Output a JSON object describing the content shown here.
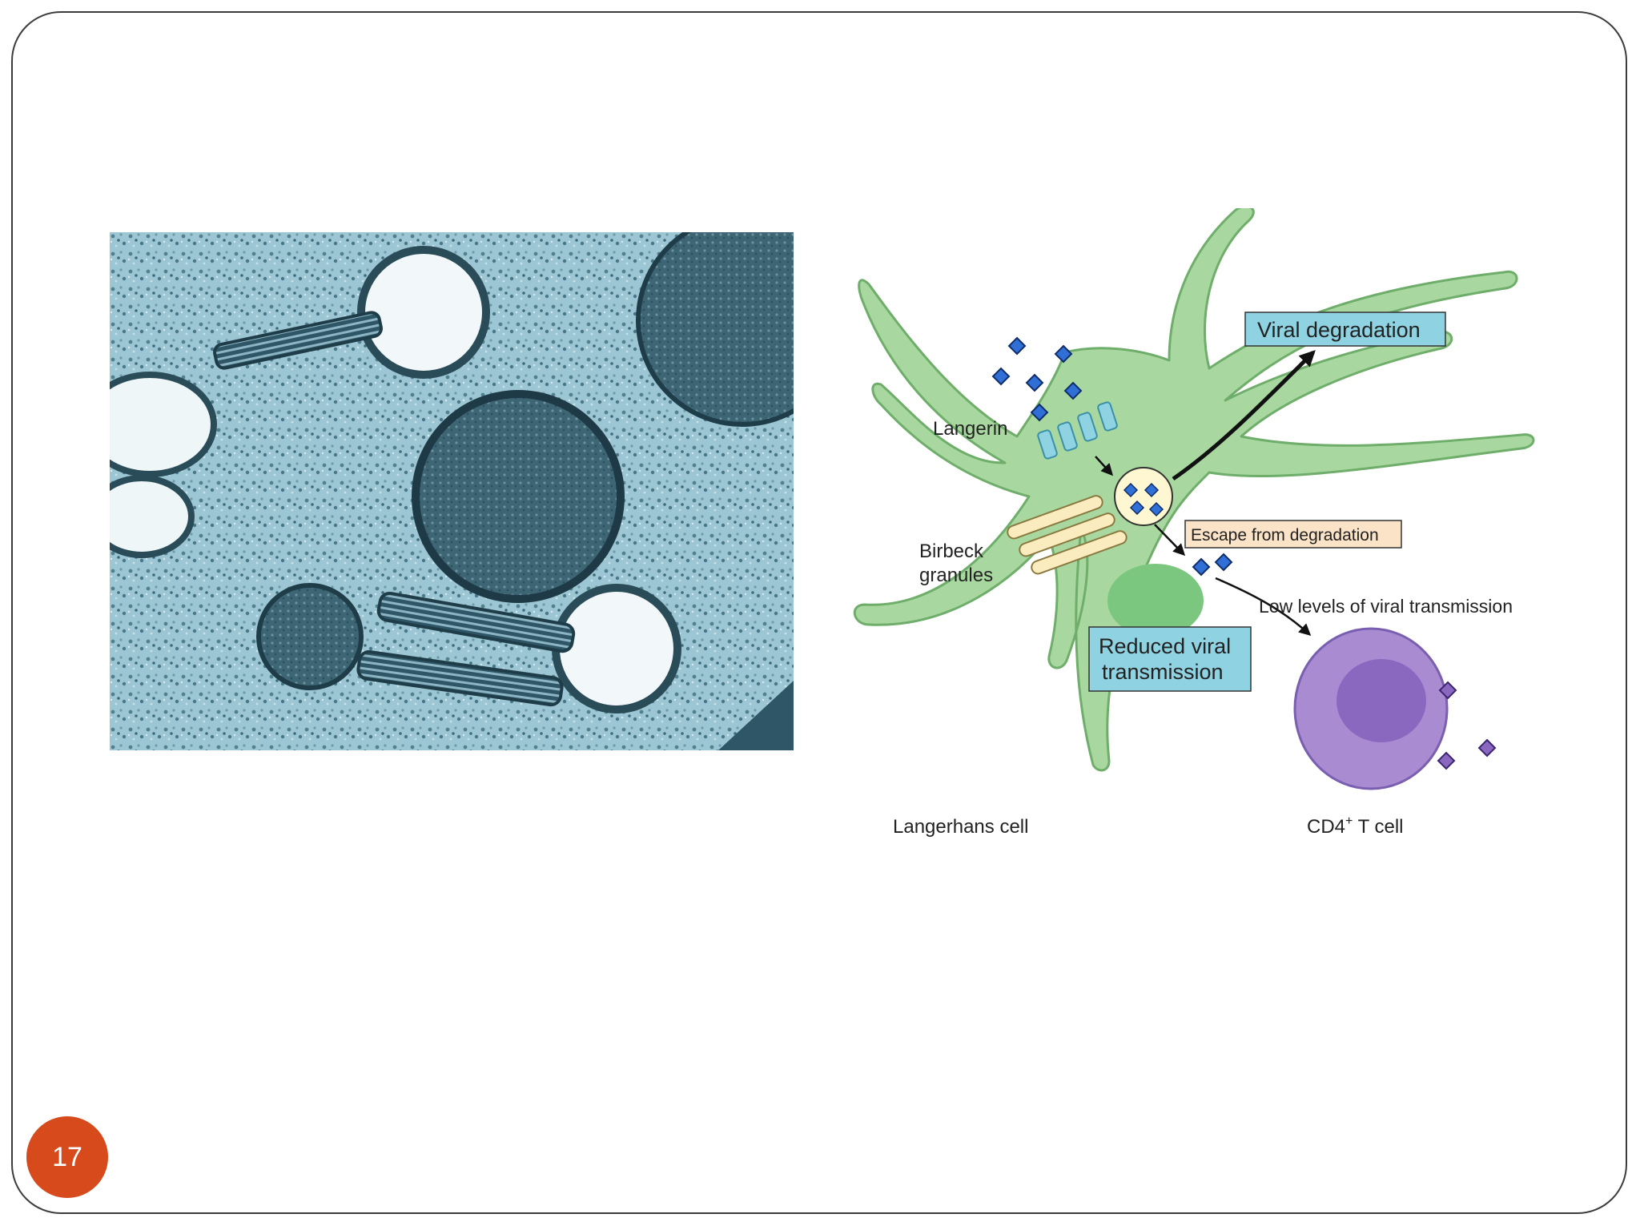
{
  "slide": {
    "page_number": "17"
  },
  "photo": {
    "subject": "transmission electron micrograph of Birbeck granules",
    "tint": "#7fb3c4"
  },
  "diagram": {
    "labels": {
      "langerin": "Langerin",
      "birbeck_line1": "Birbeck",
      "birbeck_line2": "granules",
      "langerhans_cell": "Langerhans cell",
      "cd4_main": "CD4",
      "cd4_sup": "+",
      "cd4_rest": " T cell",
      "low_levels": "Low levels of viral transmission"
    },
    "boxes": {
      "viral_degradation": "Viral degradation",
      "escape": "Escape from degradation",
      "reduced_line1": "Reduced viral",
      "reduced_line2": "transmission"
    },
    "colors": {
      "cell_green": "#a8d8a0",
      "cell_outline": "#6fae6a",
      "nucleus_green": "#7cc77f",
      "tcell_purple": "#a98bd2",
      "tcell_nucleus": "#8a68c0",
      "box_blue": "#8fd3e3",
      "box_peach": "#fbe3c8",
      "virus_blue": "#2f6fd6",
      "badge": "#d64a1c"
    }
  }
}
